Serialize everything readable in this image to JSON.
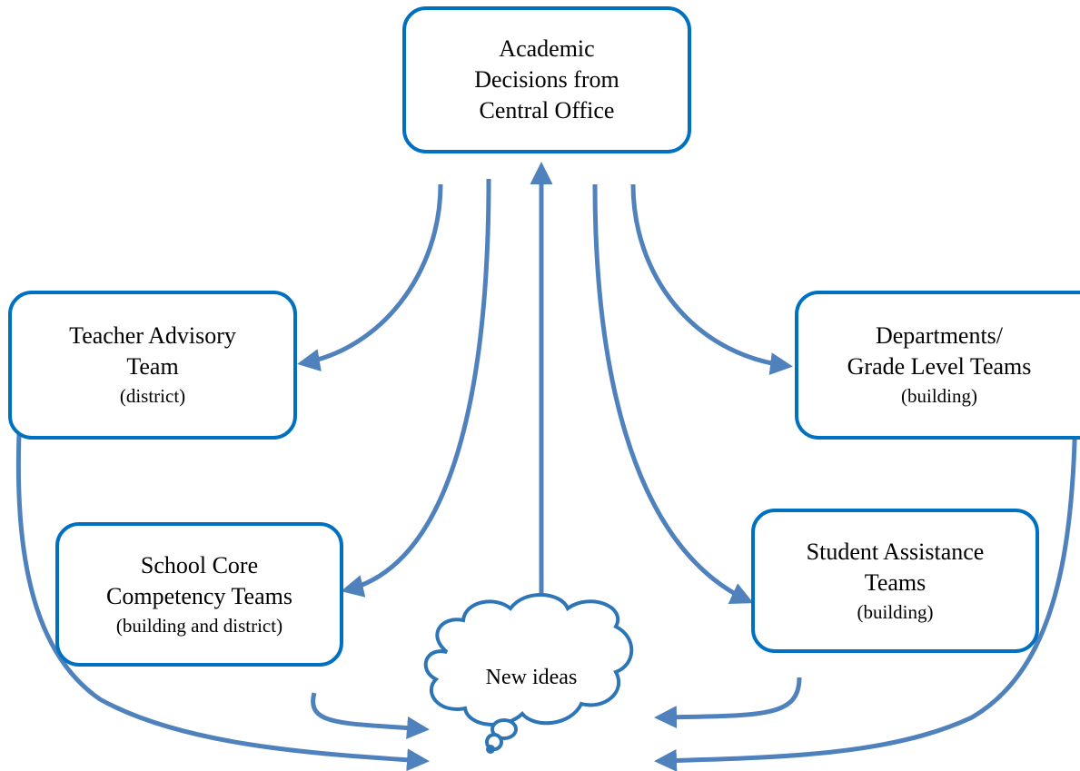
{
  "colors": {
    "box_border": "#0070C0",
    "arrow": "#4F81BD",
    "cloud_border": "#2E75B6"
  },
  "central": {
    "line1": "Academic",
    "line2": "Decisions from",
    "line3": "Central Office"
  },
  "teacher_advisory": {
    "line1": "Teacher Advisory",
    "line2": "Team",
    "scope": "(district)"
  },
  "departments": {
    "line1": "Departments/",
    "line2": "Grade Level Teams",
    "scope": "(building)"
  },
  "core_competency": {
    "line1": "School Core",
    "line2": "Competency Teams",
    "scope": "(building and district)"
  },
  "student_assistance": {
    "line1": "Student Assistance",
    "line2": "Teams",
    "scope": "(building)"
  },
  "cloud": {
    "label": "New ideas"
  }
}
